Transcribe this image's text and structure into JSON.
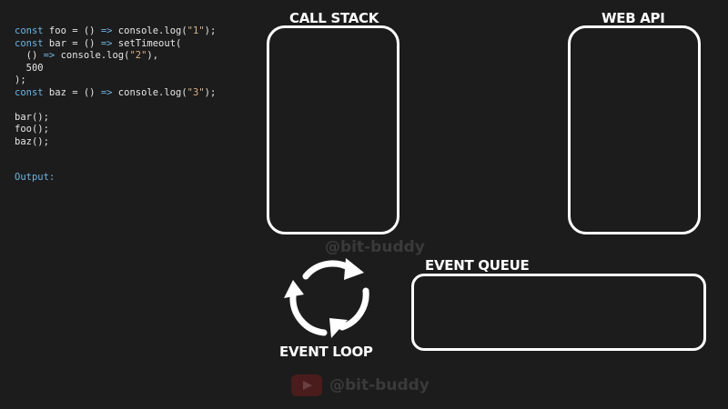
{
  "code": {
    "lines": [
      [
        {
          "t": "kw",
          "v": "const"
        },
        {
          "t": "plain",
          "v": " foo = () "
        },
        {
          "t": "kw",
          "v": "=>"
        },
        {
          "t": "plain",
          "v": " console.log("
        },
        {
          "t": "str",
          "v": "\"1\""
        },
        {
          "t": "plain",
          "v": ");"
        }
      ],
      [
        {
          "t": "kw",
          "v": "const"
        },
        {
          "t": "plain",
          "v": " bar = () "
        },
        {
          "t": "kw",
          "v": "=>"
        },
        {
          "t": "plain",
          "v": " setTimeout("
        }
      ],
      [
        {
          "t": "plain",
          "v": "  () "
        },
        {
          "t": "kw",
          "v": "=>"
        },
        {
          "t": "plain",
          "v": " console.log("
        },
        {
          "t": "str",
          "v": "\"2\""
        },
        {
          "t": "plain",
          "v": "),"
        }
      ],
      [
        {
          "t": "plain",
          "v": "  "
        },
        {
          "t": "num",
          "v": "500"
        }
      ],
      [
        {
          "t": "plain",
          "v": ");"
        }
      ],
      [
        {
          "t": "kw",
          "v": "const"
        },
        {
          "t": "plain",
          "v": " baz = () "
        },
        {
          "t": "kw",
          "v": "=>"
        },
        {
          "t": "plain",
          "v": " console.log("
        },
        {
          "t": "str",
          "v": "\"3\""
        },
        {
          "t": "plain",
          "v": ");"
        }
      ],
      [],
      [
        {
          "t": "plain",
          "v": "bar();"
        }
      ],
      [
        {
          "t": "plain",
          "v": "foo();"
        }
      ],
      [
        {
          "t": "plain",
          "v": "baz();"
        }
      ]
    ]
  },
  "output": {
    "label": "Output:"
  },
  "sections": {
    "call_stack": "CALL STACK",
    "web_api": "WEB API",
    "event_queue": "EVENT QUEUE",
    "event_loop": "EVENT LOOP"
  },
  "watermark": {
    "text": "@bit-buddy",
    "bottom_text": "@bit-buddy"
  },
  "colors": {
    "background": "#1c1c1c",
    "keyword": "#6fb3e0",
    "string": "#d9b088",
    "box_stroke": "#ffffff"
  },
  "icons": {
    "event_loop": "circular-arrows-icon",
    "channel": "youtube-icon"
  }
}
